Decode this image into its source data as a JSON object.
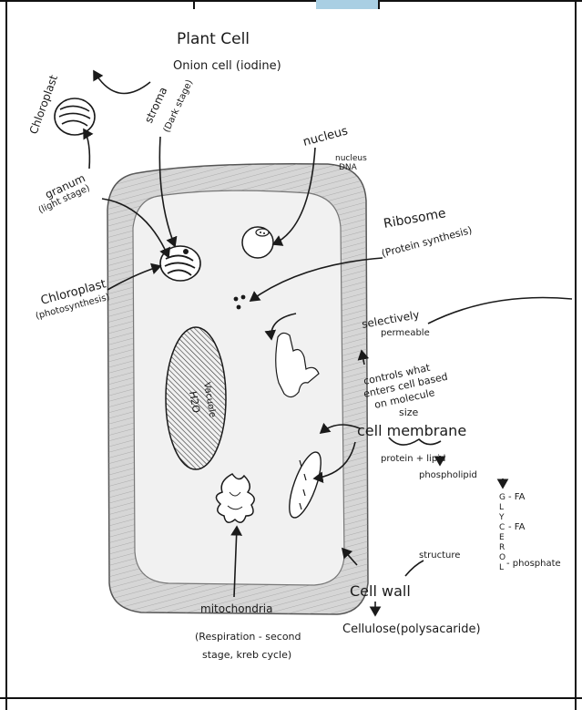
{
  "title": "Plant Cell",
  "subtitle": "Onion cell (iodine)",
  "labels": {
    "chloroplast_top": "Chloroplast",
    "stroma": "stroma",
    "stroma_note": "(Dark stage)",
    "granum": "granum",
    "granum_note": "(light stage)",
    "nucleus": "nucleus",
    "nucleus_note1": "nucleus",
    "nucleus_note2": "DNA",
    "ribosome": "Ribosome",
    "ribosome_note": "(Protein synthesis)",
    "chloroplast_left": "Chloroplast",
    "chloroplast_left_note": "(photosynthesis)",
    "selectively": "selectively",
    "permeable": "permeable",
    "controls1": "controls what",
    "controls2": "enters cell based",
    "controls3": "on molecule",
    "controls4": "size",
    "vacuole1": "H2O",
    "vacuole2": "Vacuole",
    "cell_membrane": "cell membrane",
    "protein_lipid": "protein + lipid",
    "phospholipid": "phospholipid",
    "glycerol": [
      "G",
      "L",
      "Y",
      "C",
      "E",
      "R",
      "O",
      "L"
    ],
    "fa1": "- FA",
    "fa2": "- FA",
    "phosphate": "- phosphate",
    "structure": "structure",
    "cell_wall": "Cell wall",
    "cellulose": "Cellulose(polysacaride)",
    "mitochondria": "mitochondria",
    "mito_note1": "(Respiration - second",
    "mito_note2": "stage, kreb cycle)"
  },
  "colors": {
    "ink": "#1a1a1a",
    "pencil": "#4a4a4a",
    "wall_fill": "#c8c8c8",
    "tab_highlight": "#a9cfe3"
  }
}
